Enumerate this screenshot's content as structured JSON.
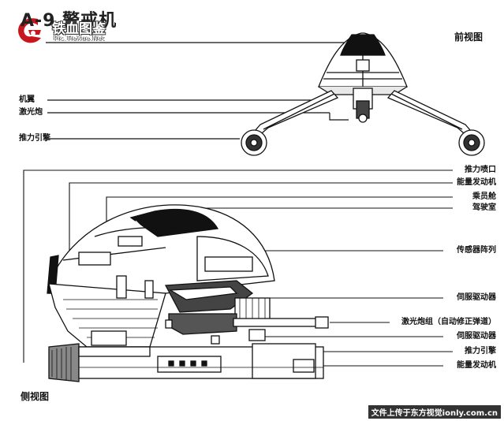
{
  "title": "A-9 警戒机",
  "watermark": {
    "cn": "铁血图鉴",
    "url": "Pic.TieXue.Net"
  },
  "front_view": {
    "title": "前视图",
    "labels": [
      "机翼",
      "激光炮",
      "推力引擎"
    ]
  },
  "side_view": {
    "title": "侧视图",
    "labels": [
      "推力喷口",
      "能量发动机",
      "乘员舱",
      "驾驶室",
      "传感器阵列",
      "伺服驱动器",
      "激光炮组（自动修正弹道）",
      "伺服驱动器",
      "推力引擎",
      "能量发动机"
    ]
  },
  "footer": "文件上传于东方视觉ionly.com.cn"
}
